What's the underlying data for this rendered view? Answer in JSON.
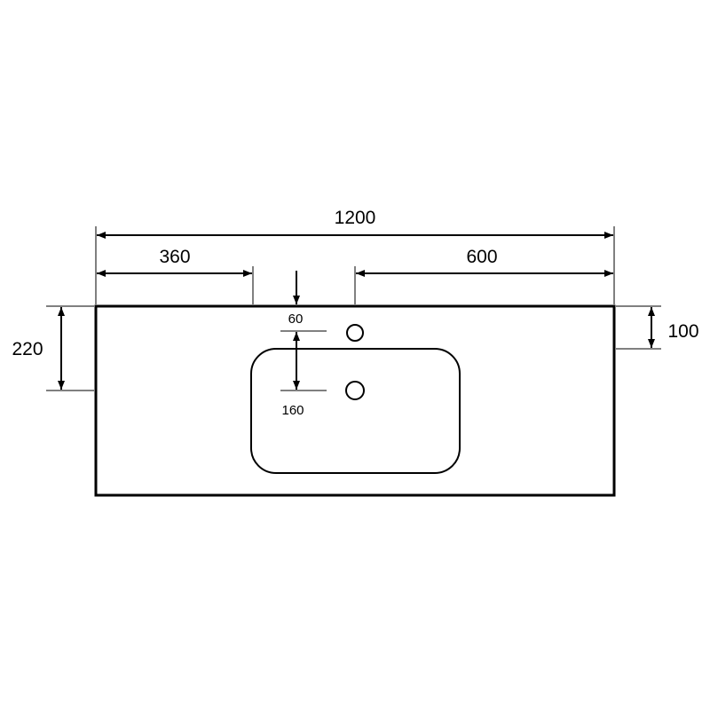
{
  "dimensions": {
    "overall_width": "1200",
    "left_offset": "360",
    "right_offset": "600",
    "depth_left": "220",
    "depth_right": "100",
    "faucet_offset": "60",
    "drain_offset": "160"
  },
  "colors": {
    "line": "#000000",
    "background": "#ffffff"
  }
}
